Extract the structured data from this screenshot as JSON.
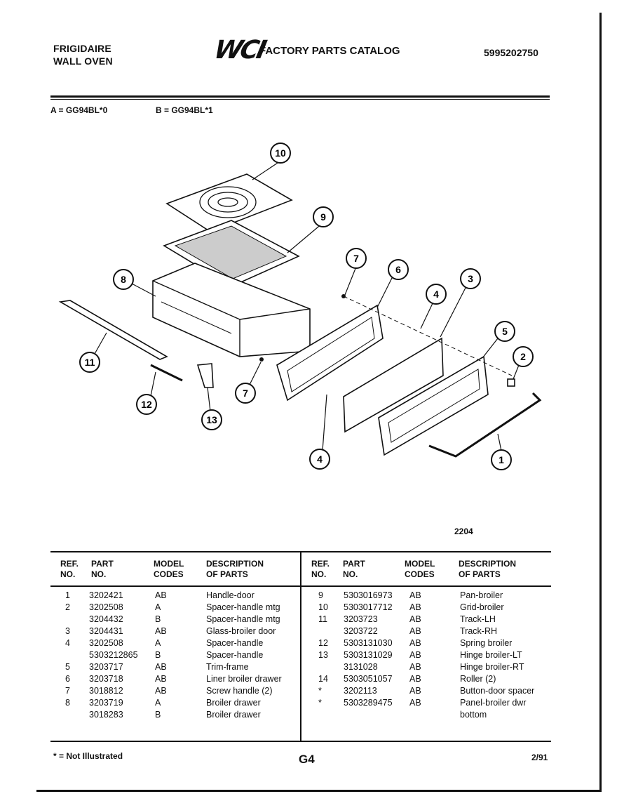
{
  "header": {
    "brand_line1": "FRIGIDAIRE",
    "brand_line2": "WALL OVEN",
    "logo": "WCI",
    "catalog_title": "FACTORY PARTS CATALOG",
    "doc_number": "5995202750"
  },
  "models": {
    "a": "A = GG94BL*0",
    "b": "B = GG94BL*1"
  },
  "diagram": {
    "figure_id": "2204",
    "callouts": [
      "10",
      "9",
      "8",
      "7",
      "6",
      "4",
      "3",
      "5",
      "2",
      "11",
      "12",
      "13",
      "7",
      "4",
      "1"
    ]
  },
  "table": {
    "headers": {
      "ref": [
        "REF.",
        "NO."
      ],
      "part": [
        "PART",
        "NO."
      ],
      "model": [
        "MODEL",
        "CODES"
      ],
      "desc": [
        "DESCRIPTION",
        "OF PARTS"
      ]
    },
    "left_rows": [
      {
        "ref": "1",
        "part": "3202421",
        "code": "AB",
        "desc": "Handle-door"
      },
      {
        "ref": "2",
        "part": "3202508",
        "code": "A",
        "desc": "Spacer-handle mtg"
      },
      {
        "ref": "",
        "part": "3204432",
        "code": "B",
        "desc": "Spacer-handle mtg"
      },
      {
        "ref": "3",
        "part": "3204431",
        "code": "AB",
        "desc": "Glass-broiler door"
      },
      {
        "ref": "4",
        "part": "3202508",
        "code": "A",
        "desc": "Spacer-handle"
      },
      {
        "ref": "",
        "part": "5303212865",
        "code": "B",
        "desc": "Spacer-handle"
      },
      {
        "ref": "5",
        "part": "3203717",
        "code": "AB",
        "desc": "Trim-frame"
      },
      {
        "ref": "6",
        "part": "3203718",
        "code": "AB",
        "desc": "Liner broiler drawer"
      },
      {
        "ref": "7",
        "part": "3018812",
        "code": "AB",
        "desc": "Screw handle (2)"
      },
      {
        "ref": "8",
        "part": "3203719",
        "code": "A",
        "desc": "Broiler drawer"
      },
      {
        "ref": "",
        "part": "3018283",
        "code": "B",
        "desc": "Broiler drawer"
      }
    ],
    "right_rows": [
      {
        "ref": "9",
        "part": "5303016973",
        "code": "AB",
        "desc": "Pan-broiler"
      },
      {
        "ref": "10",
        "part": "5303017712",
        "code": "AB",
        "desc": "Grid-broiler"
      },
      {
        "ref": "11",
        "part": "3203723",
        "code": "AB",
        "desc": "Track-LH"
      },
      {
        "ref": "",
        "part": "3203722",
        "code": "AB",
        "desc": "Track-RH"
      },
      {
        "ref": "12",
        "part": "5303131030",
        "code": "AB",
        "desc": "Spring broiler"
      },
      {
        "ref": "13",
        "part": "5303131029",
        "code": "AB",
        "desc": "Hinge broiler-LT"
      },
      {
        "ref": "",
        "part": "3131028",
        "code": "AB",
        "desc": "Hinge broiler-RT"
      },
      {
        "ref": "14",
        "part": "5303051057",
        "code": "AB",
        "desc": "Roller (2)"
      },
      {
        "ref": "*",
        "part": "3202113",
        "code": "AB",
        "desc": "Button-door spacer"
      },
      {
        "ref": "*",
        "part": "5303289475",
        "code": "AB",
        "desc": "Panel-broiler dwr"
      },
      {
        "ref": "",
        "part": "",
        "code": "",
        "desc": "bottom"
      }
    ]
  },
  "footer": {
    "note": "* = Not Illustrated",
    "page": "G4",
    "date": "2/91"
  }
}
